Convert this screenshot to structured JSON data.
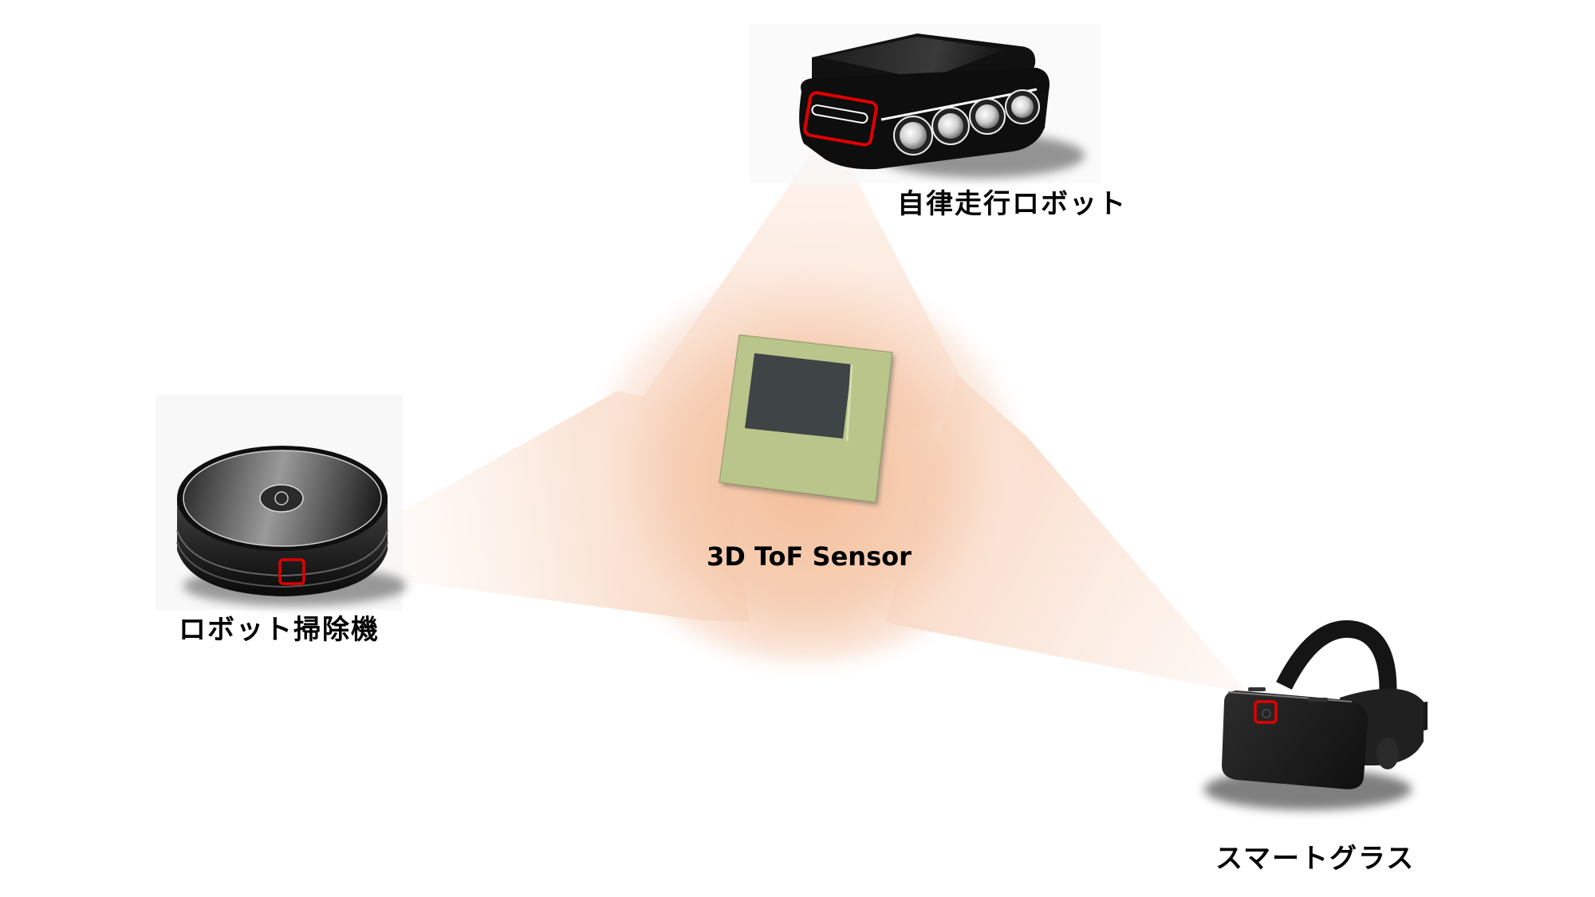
{
  "diagram": {
    "center": {
      "label": "3D ToF Sensor",
      "chip_color": "#b9c58a",
      "die_color": "#3f4446",
      "glow_color": "#f4c3a3"
    },
    "devices": [
      {
        "id": "autonomous-robot",
        "label": "自律走行ロボット",
        "highlight_color": "#e00000"
      },
      {
        "id": "robot-vacuum",
        "label": "ロボット掃除機",
        "highlight_color": "#e00000"
      },
      {
        "id": "smart-glasses",
        "label": "スマートグラス",
        "highlight_color": "#e00000"
      }
    ],
    "beam_color": "#f7d2bb"
  }
}
